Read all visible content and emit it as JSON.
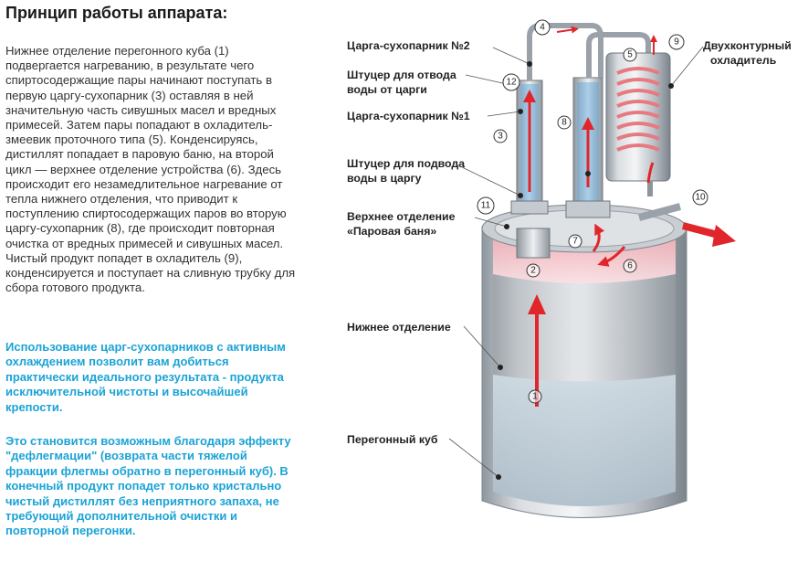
{
  "title": "Принцип работы аппарата:",
  "description": "Нижнее отделение перегонного куба (1) подвергается нагреванию, в результате чего спиртосодержащие пары начинают поступать в первую царгу-сухопарник (3) оставляя в ней значительную часть сивушных масел и вредных примесей. Затем пары попадают в охладитель-змеевик проточного типа (5). Конденсируясь, дистиллят попадает в паровую баню, на второй цикл — верхнее отделение устройства (6). Здесь происходит его незамедлительное нагревание от тепла нижнего отделения, что приводит к поступлению спиртосодержащих паров во вторую царгу-сухопарник (8), где происходит повторная очистка от вредных примесей и сивушных масел. Чистый продукт попадет в охладитель (9), конденсируется и поступает на сливную трубку для сбора готового продукта.",
  "highlight1": "Использование царг-сухопарников с активным охлаждением позволит вам добиться практически идеального результата - продукта исключительной чистоты и высочайшей крепости.",
  "highlight2": "Это становится возможным благодаря эффекту \"дефлегмации\" (возврата части тяжелой фракции флегмы обратно в перегонный куб). В конечный продукт попадет только кристально чистый дистиллят без неприятного запаха, не требующий дополнительной очистки и повторной перегонки.",
  "labels": {
    "tsarga2": "Царга-сухопарник №2",
    "shtutser_out_1": "Штуцер для отвода",
    "shtutser_out_2": "воды от царги",
    "tsarga1": "Царга-сухопарник №1",
    "shtutser_in_1": "Штуцер для подвода",
    "shtutser_in_2": "воды в царгу",
    "upper_1": "Верхнее отделение",
    "upper_2": "«Паровая баня»",
    "lower": "Нижнее отделение",
    "kub": "Перегонный куб",
    "cooler_1": "Двухконтурный",
    "cooler_2": "охладитель"
  },
  "markers": [
    "1",
    "2",
    "3",
    "4",
    "5",
    "6",
    "7",
    "8",
    "9",
    "10",
    "11",
    "12"
  ],
  "colors": {
    "highlight_text": "#1ba3d6",
    "arrow_red": "#e0262b",
    "water_blue": "#5aa7dd",
    "steam_pink": "#f6b9bf"
  }
}
